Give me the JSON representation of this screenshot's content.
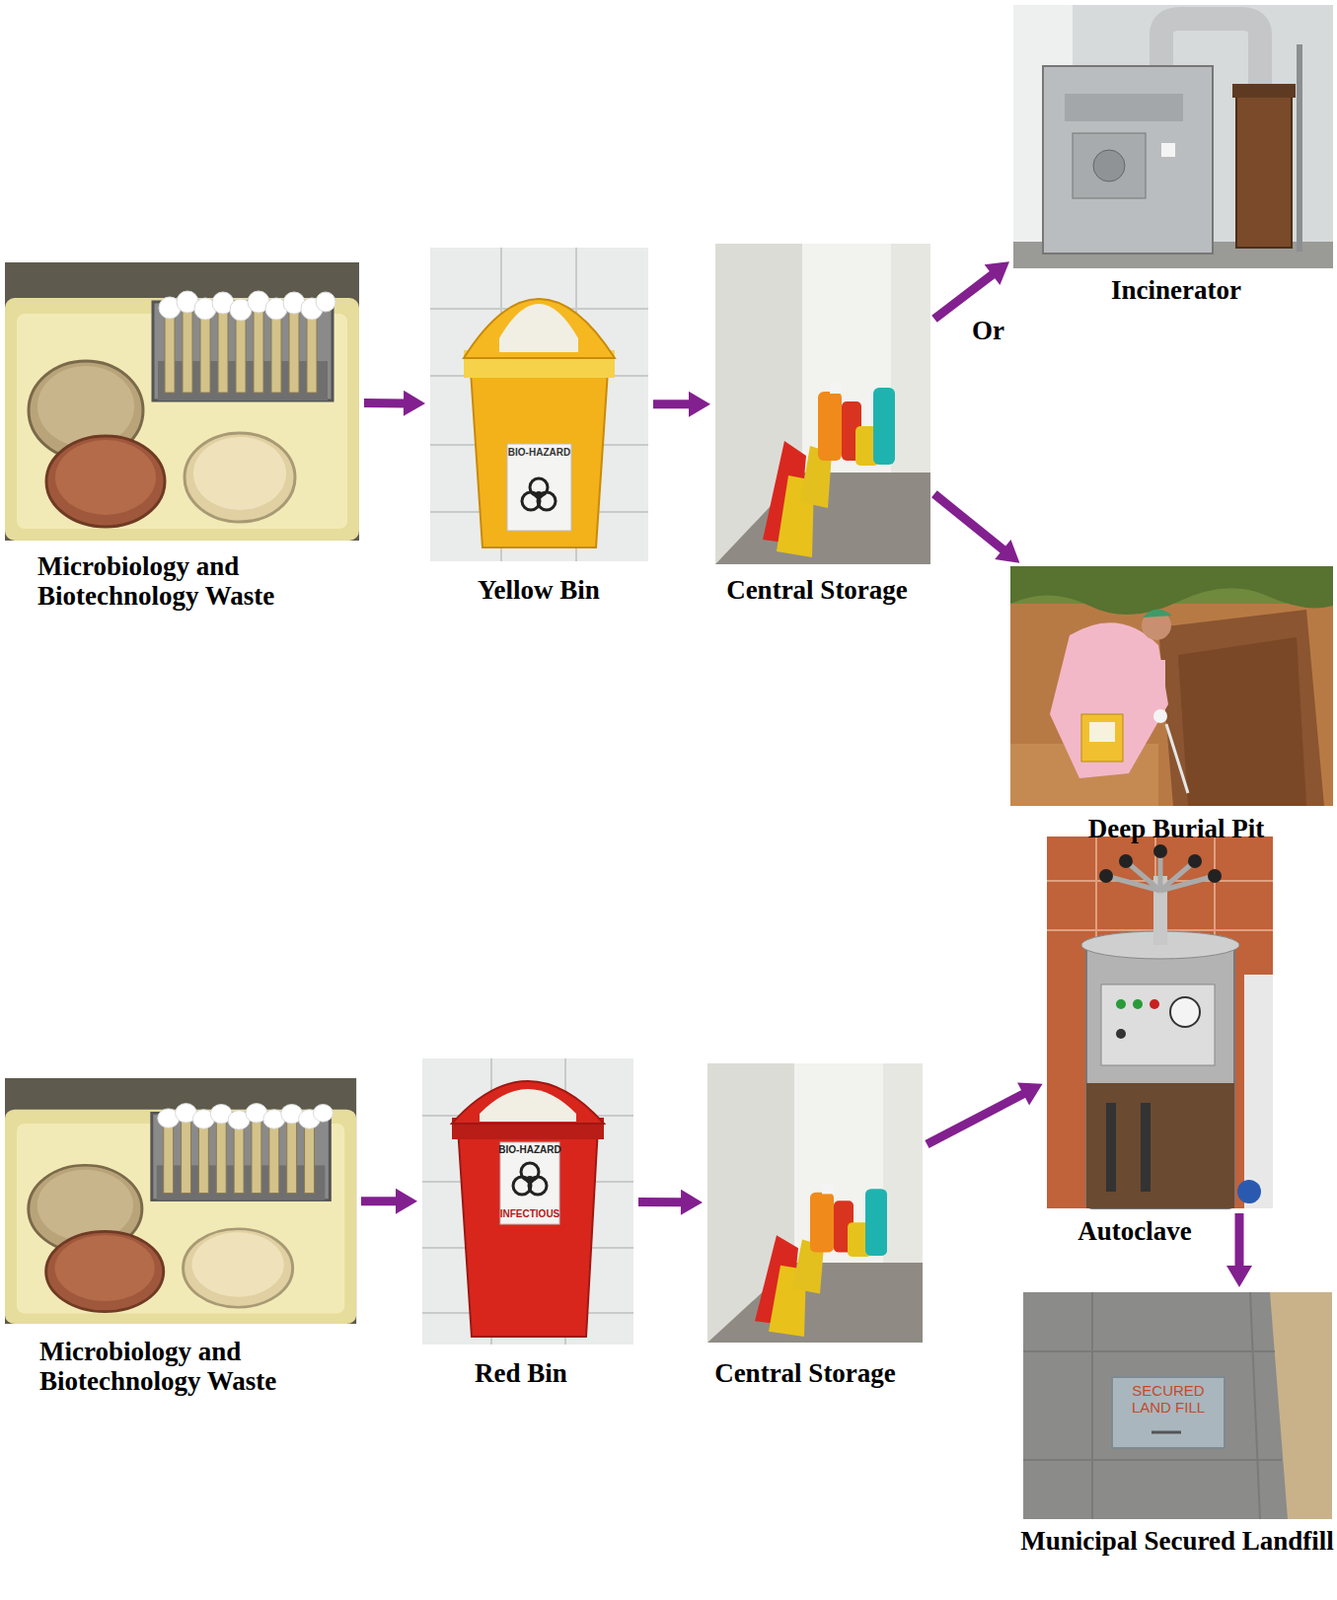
{
  "diagram": {
    "nodes": [
      {
        "text": [
          "Microbiology and Biotechnology Waste"
        ]
      },
      {
        "text": [
          "Yellow Bin"
        ]
      },
      {
        "text": [
          "Central Storage"
        ]
      },
      {
        "text": [
          "Incinerator"
        ]
      },
      {
        "text": [
          "Deep Burial Pit"
        ]
      },
      {
        "text": [
          "Microbiology and Biotechnology Waste"
        ]
      },
      {
        "text": [
          "Red Bin"
        ]
      },
      {
        "text": [
          "Central Storage"
        ]
      },
      {
        "text": [
          "Autoclave"
        ]
      },
      {
        "text": [
          "Municipal Secured Landfill"
        ]
      }
    ],
    "edges": [
      {
        "from": 0,
        "to": 1,
        "arrow": "to"
      },
      {
        "from": 1,
        "to": 2,
        "arrow": "to"
      },
      {
        "from": 2,
        "to": 3,
        "arrow": "to"
      },
      {
        "from": 2,
        "to": 4,
        "arrow": "to"
      },
      {
        "from": 5,
        "to": 6,
        "arrow": "to"
      },
      {
        "from": 6,
        "to": 7,
        "arrow": "to"
      },
      {
        "from": 7,
        "to": 8,
        "arrow": "to"
      },
      {
        "from": 8,
        "to": 9,
        "arrow": "to"
      }
    ],
    "labels": [
      "Or",
      "BIO-HAZARD",
      "BIO-HAZARD",
      "INFECTIOUS",
      "SECURED LAND FILL"
    ]
  }
}
